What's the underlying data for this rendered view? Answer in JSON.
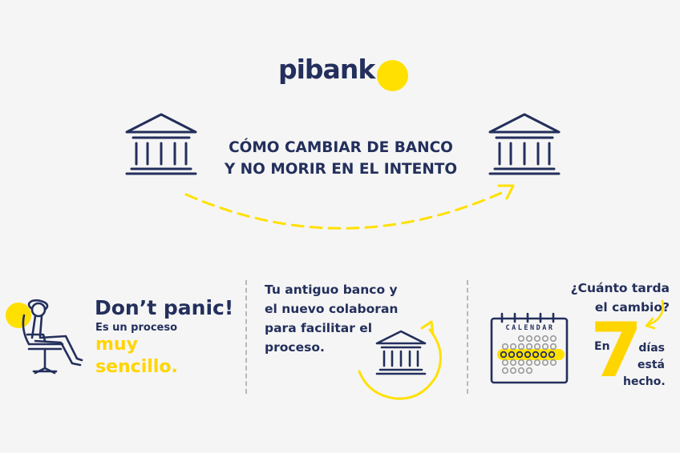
{
  "brand": {
    "name": "pibank",
    "accent": "#ffe000",
    "navy": "#232f5c"
  },
  "headline": {
    "line1": "CÓMO CAMBIAR DE BANCO",
    "line2": "Y NO MORIR EN EL INTENTO"
  },
  "icons": {
    "left_bank": "bank-icon",
    "right_bank": "bank-icon",
    "arc": "dashed-arrow-icon",
    "relax": "relaxed-person-icon",
    "calendar": "calendar-icon"
  },
  "panic": {
    "title": "Don’t panic!",
    "subtitle": "Es un proceso",
    "highlight1": "muy",
    "highlight2": "sencillo."
  },
  "collab": {
    "line1": "Tu antiguo banco y",
    "line2": "el nuevo colaboran",
    "line3": "para facilitar el",
    "line4": "proceso."
  },
  "timing": {
    "question1": "¿Cuánto tarda",
    "question2": "el cambio?",
    "prefix": "En",
    "number": "7",
    "suffix1": "días",
    "suffix2": "está",
    "suffix3": "hecho.",
    "calendar_label": "CALENDAR"
  }
}
